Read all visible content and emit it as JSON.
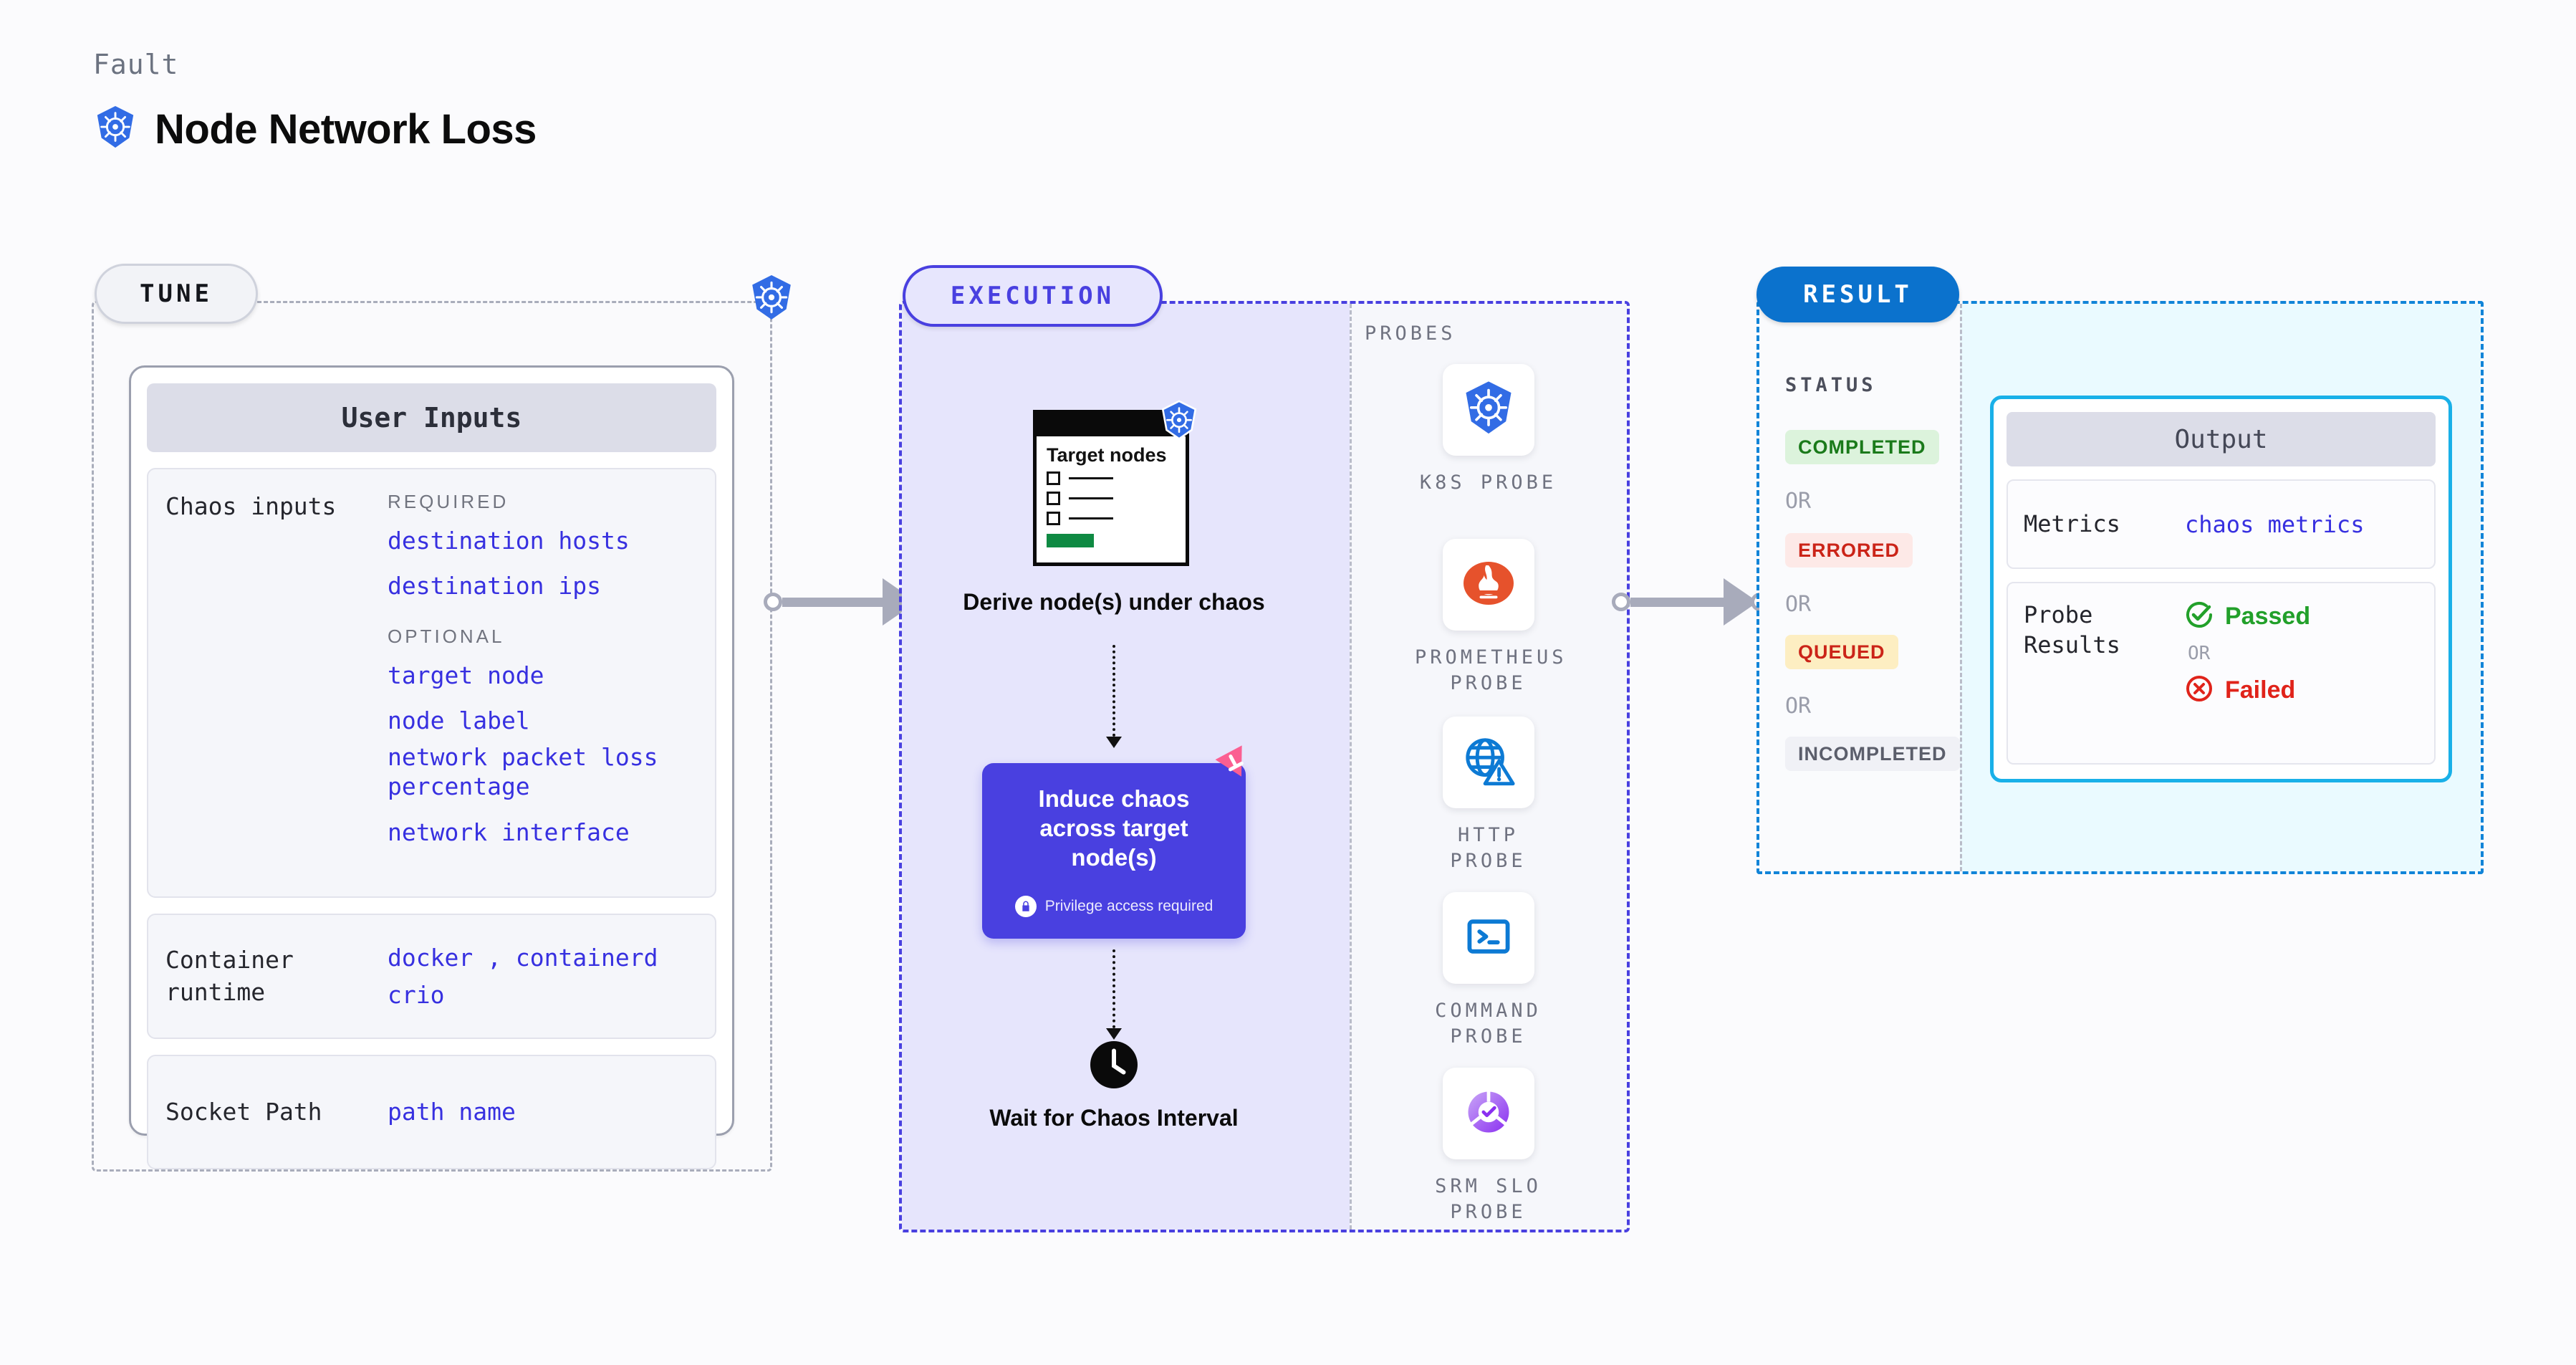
{
  "header": {
    "eyebrow": "Fault",
    "title": "Node Network Loss",
    "icon": "kubernetes-icon"
  },
  "tune": {
    "badge": "TUNE",
    "border_icon": "kubernetes-icon",
    "card_title": "User Inputs",
    "rows": [
      {
        "label": "Chaos inputs",
        "groups": [
          {
            "heading": "REQUIRED",
            "items": [
              "destination hosts",
              "destination ips"
            ]
          },
          {
            "heading": "OPTIONAL",
            "items": [
              "target node",
              "node label",
              "network packet loss percentage",
              "network interface"
            ]
          }
        ]
      },
      {
        "label": "Container runtime",
        "values": [
          "docker",
          ",",
          "containerd",
          "crio"
        ]
      },
      {
        "label": "Socket Path",
        "values": [
          "path name"
        ]
      }
    ]
  },
  "execution": {
    "badge": "EXECUTION",
    "target_card": {
      "heading": "Target nodes",
      "icon": "kubernetes-icon"
    },
    "derive_label": "Derive node(s) under chaos",
    "chaos_box": {
      "title": "Induce chaos across target node(s)",
      "privilege_note": "Privilege access required",
      "lock_icon": "lock-icon",
      "brand_icon": "litmus-logo"
    },
    "wait": {
      "icon": "clock-icon",
      "label": "Wait for Chaos Interval"
    }
  },
  "probes": {
    "title": "PROBES",
    "items": [
      {
        "name": "K8S PROBE",
        "icon": "kubernetes-icon"
      },
      {
        "name": "PROMETHEUS PROBE",
        "icon": "prometheus-icon"
      },
      {
        "name": "HTTP PROBE",
        "icon": "globe-warning-icon"
      },
      {
        "name": "COMMAND PROBE",
        "icon": "terminal-icon"
      },
      {
        "name": "SRM SLO PROBE",
        "icon": "srm-slo-icon"
      }
    ]
  },
  "result": {
    "badge": "RESULT",
    "status_title": "STATUS",
    "or_label": "OR",
    "statuses": [
      {
        "label": "COMPLETED",
        "bg": "#dcf3dc",
        "fg": "#1a7a1a"
      },
      {
        "label": "ERRORED",
        "bg": "#fde9e7",
        "fg": "#cb2418"
      },
      {
        "label": "QUEUED",
        "bg": "#fdeec2",
        "fg": "#cb2418"
      },
      {
        "label": "INCOMPLETED",
        "bg": "#f0f1f6",
        "fg": "#5b5e6b"
      }
    ],
    "output": {
      "title": "Output",
      "metrics_label": "Metrics",
      "metrics_value": "chaos metrics",
      "probe_results_label": "Probe Results",
      "passed_label": "Passed",
      "failed_label": "Failed",
      "or_label": "OR",
      "passed_icon": "check-circle-icon",
      "failed_icon": "x-circle-icon"
    }
  },
  "colors": {
    "accent_purple": "#4940e0",
    "accent_blue": "#0b72cd",
    "k8s_blue": "#326ce5",
    "litmus_pink": "#fb5f92",
    "pass_green": "#22a02a",
    "fail_red": "#e0231a"
  }
}
